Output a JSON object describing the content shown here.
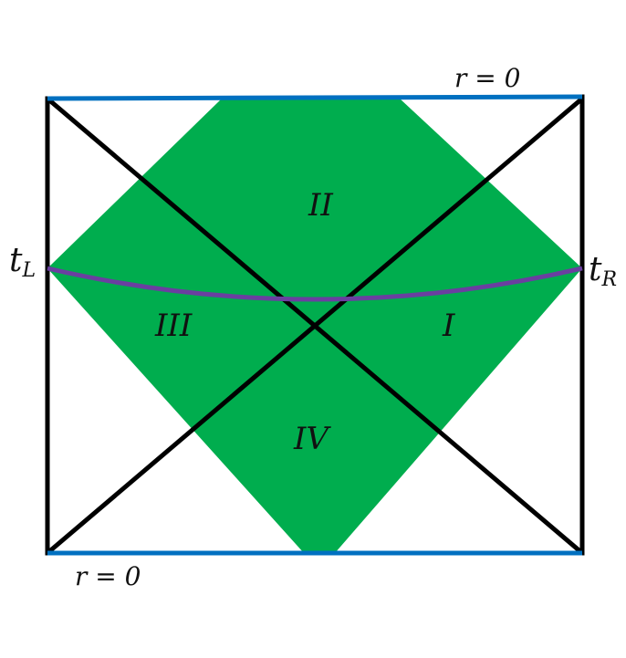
{
  "colors": {
    "wedge_fill": "#00ad4e",
    "boundary": "#0070c0",
    "diagonals": "#000000",
    "frame": "#000000",
    "slice": "#6a3fa0",
    "background": "#ffffff"
  },
  "labels": {
    "singularity_top": "r = 0",
    "singularity_bottom": "r = 0",
    "t_left_base": "t",
    "t_left_sub": "L",
    "t_right_base": "t",
    "t_right_sub": "R"
  },
  "regions": {
    "top": "II",
    "left": "III",
    "right": "I",
    "bottom": "IV"
  }
}
